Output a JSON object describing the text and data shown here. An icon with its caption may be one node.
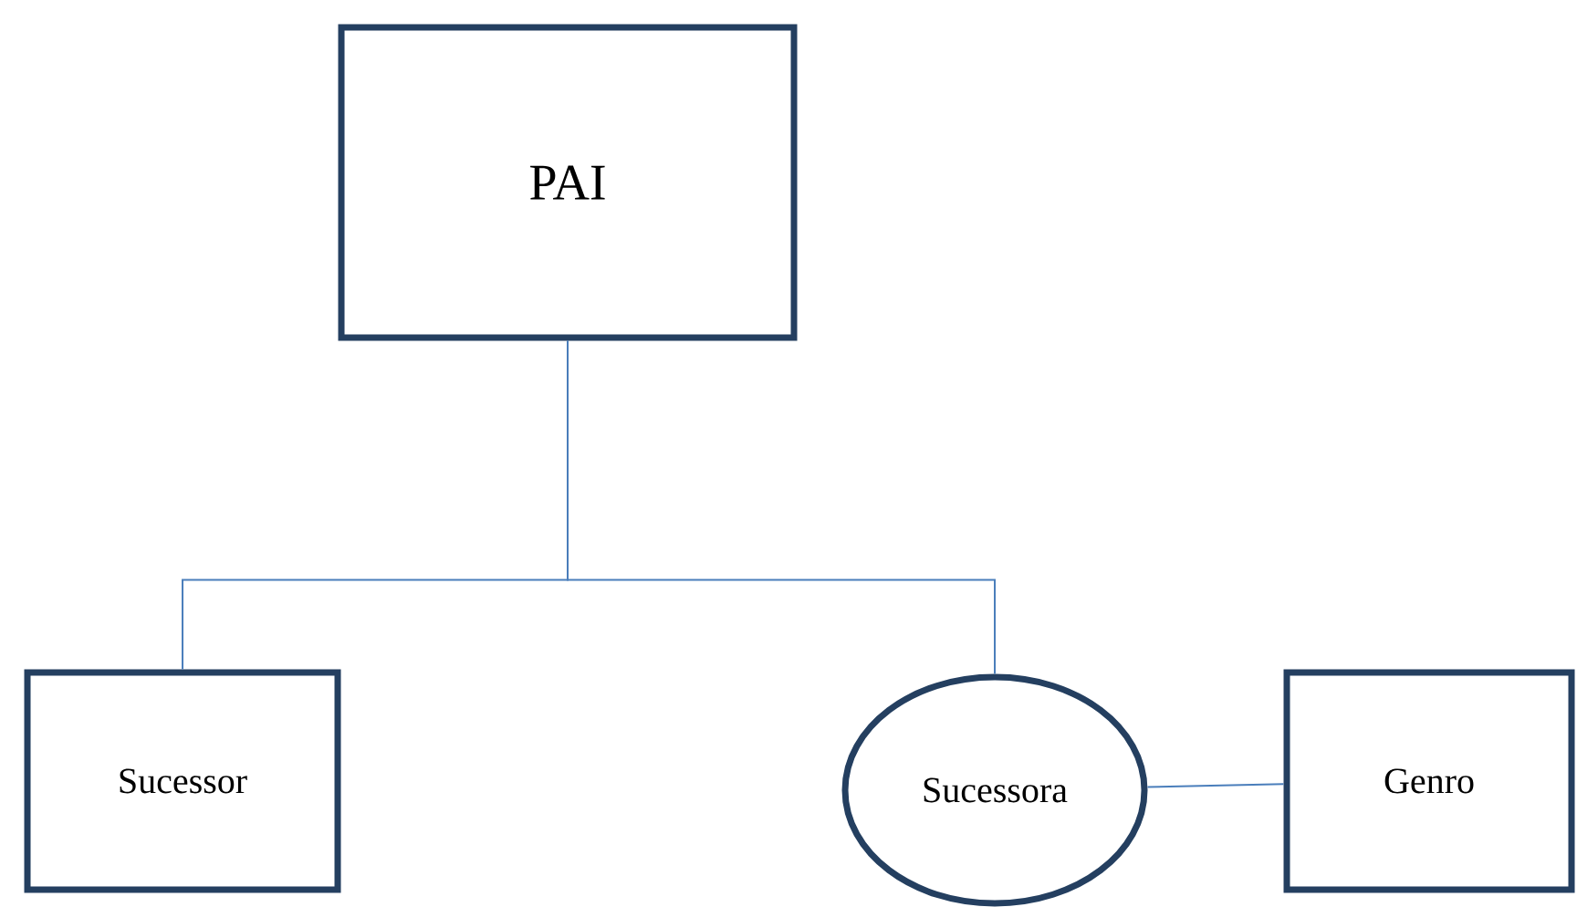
{
  "diagram": {
    "nodes": [
      {
        "text": [
          "PAI"
        ]
      },
      {
        "text": [
          "Sucessor"
        ]
      },
      {
        "text": [
          "Sucessora"
        ]
      },
      {
        "text": [
          "Genro"
        ]
      }
    ],
    "edges": [
      {
        "from": 0,
        "to": 1,
        "arrow": "none"
      },
      {
        "from": 0,
        "to": 2,
        "arrow": "none"
      },
      {
        "from": 2,
        "to": 3,
        "arrow": "none"
      }
    ]
  }
}
